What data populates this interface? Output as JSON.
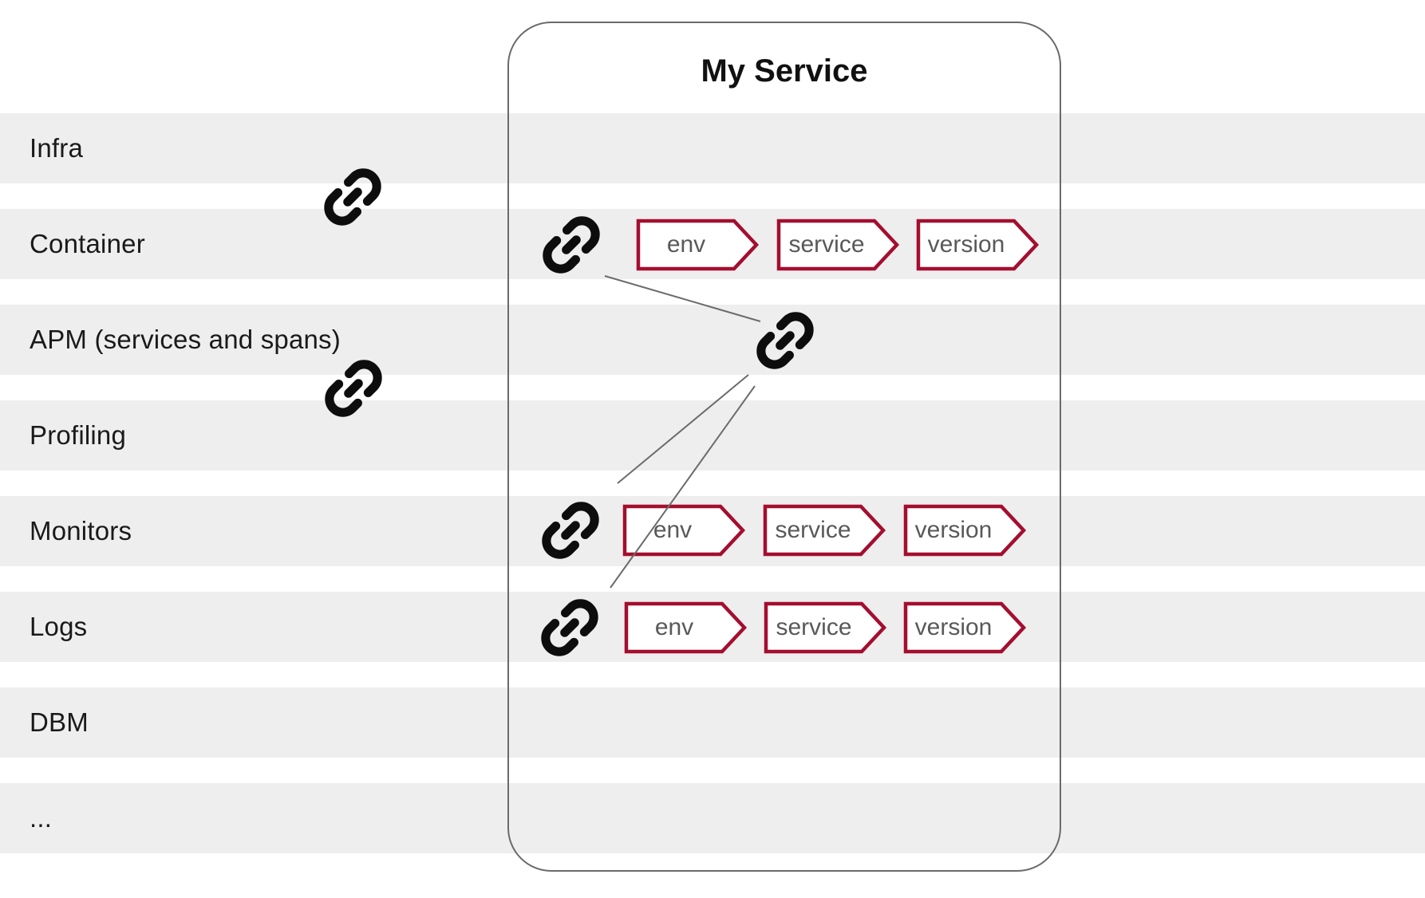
{
  "colors": {
    "background": "#ffffff",
    "row_bg": "#eeeeee",
    "label_text": "#1a1a1a",
    "box_border": "#6a6a6a",
    "title_text": "#111111",
    "tag_border": "#a40e2f",
    "tag_fill": "#ffffff",
    "tag_text": "#595959",
    "connector": "#6b6b6b",
    "link_icon": "#0d0d0d"
  },
  "rows": [
    {
      "label": "Infra"
    },
    {
      "label": "Container"
    },
    {
      "label": "APM (services and spans)"
    },
    {
      "label": "Profiling"
    },
    {
      "label": "Monitors"
    },
    {
      "label": "Logs"
    },
    {
      "label": "DBM"
    },
    {
      "label": "..."
    }
  ],
  "service_box": {
    "title": "My Service",
    "tag_rows": [
      {
        "row": "Container",
        "tags": [
          "env",
          "service",
          "version"
        ]
      },
      {
        "row": "Monitors",
        "tags": [
          "env",
          "service",
          "version"
        ]
      },
      {
        "row": "Logs",
        "tags": [
          "env",
          "service",
          "version"
        ]
      }
    ]
  },
  "icons": {
    "link": "link-icon"
  }
}
